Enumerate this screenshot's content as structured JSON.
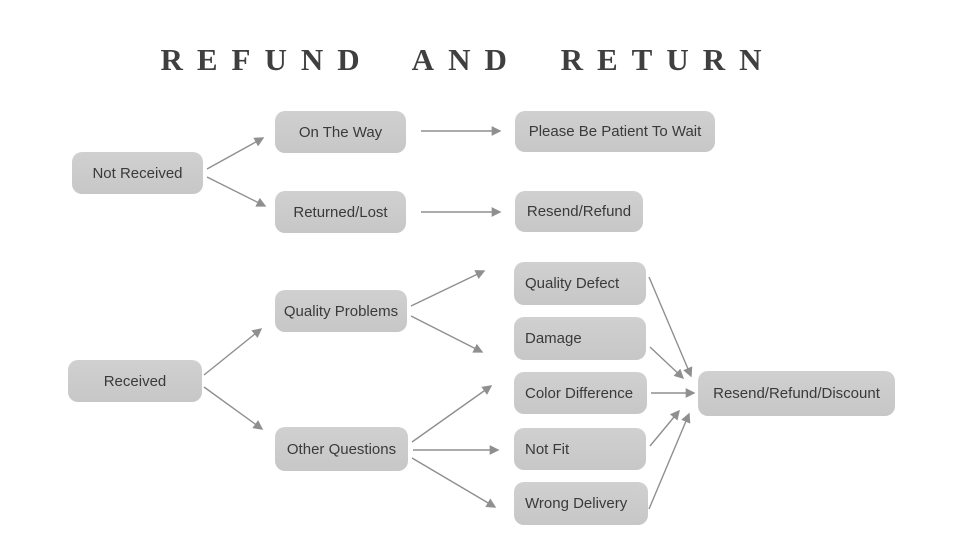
{
  "title": "REFUND AND RETURN",
  "colors": {
    "background": "#ffffff",
    "box_fill": "#c9c9c9",
    "box_text": "#3a3a3a",
    "title_text": "#3f3f3f",
    "arrow": "#8f8f8f"
  },
  "nodes": {
    "not_received": {
      "label": "Not Received"
    },
    "on_the_way": {
      "label": "On The Way"
    },
    "returned_lost": {
      "label": "Returned/Lost"
    },
    "please_wait": {
      "label": "Please Be Patient To Wait"
    },
    "resend_refund": {
      "label": "Resend/Refund"
    },
    "received": {
      "label": "Received"
    },
    "quality_problems": {
      "label": "Quality Problems"
    },
    "other_questions": {
      "label": "Other Questions"
    },
    "quality_defect": {
      "label": "Quality Defect"
    },
    "damage": {
      "label": "Damage"
    },
    "color_difference": {
      "label": "Color Difference"
    },
    "not_fit": {
      "label": "Not Fit"
    },
    "wrong_delivery": {
      "label": "Wrong Delivery"
    },
    "resend_refund_discount": {
      "label": "Resend/Refund/Discount"
    }
  },
  "edges": [
    {
      "from": "Not Received",
      "to": "On The Way"
    },
    {
      "from": "Not Received",
      "to": "Returned/Lost"
    },
    {
      "from": "On The Way",
      "to": "Please Be Patient To Wait"
    },
    {
      "from": "Returned/Lost",
      "to": "Resend/Refund"
    },
    {
      "from": "Received",
      "to": "Quality Problems"
    },
    {
      "from": "Received",
      "to": "Other Questions"
    },
    {
      "from": "Quality Problems",
      "to": "Quality Defect"
    },
    {
      "from": "Quality Problems",
      "to": "Damage"
    },
    {
      "from": "Other Questions",
      "to": "Color Difference"
    },
    {
      "from": "Other Questions",
      "to": "Not Fit"
    },
    {
      "from": "Other Questions",
      "to": "Wrong Delivery"
    },
    {
      "from": "Quality Defect",
      "to": "Resend/Refund/Discount"
    },
    {
      "from": "Damage",
      "to": "Resend/Refund/Discount"
    },
    {
      "from": "Color Difference",
      "to": "Resend/Refund/Discount"
    },
    {
      "from": "Not Fit",
      "to": "Resend/Refund/Discount"
    },
    {
      "from": "Wrong Delivery",
      "to": "Resend/Refund/Discount"
    }
  ]
}
